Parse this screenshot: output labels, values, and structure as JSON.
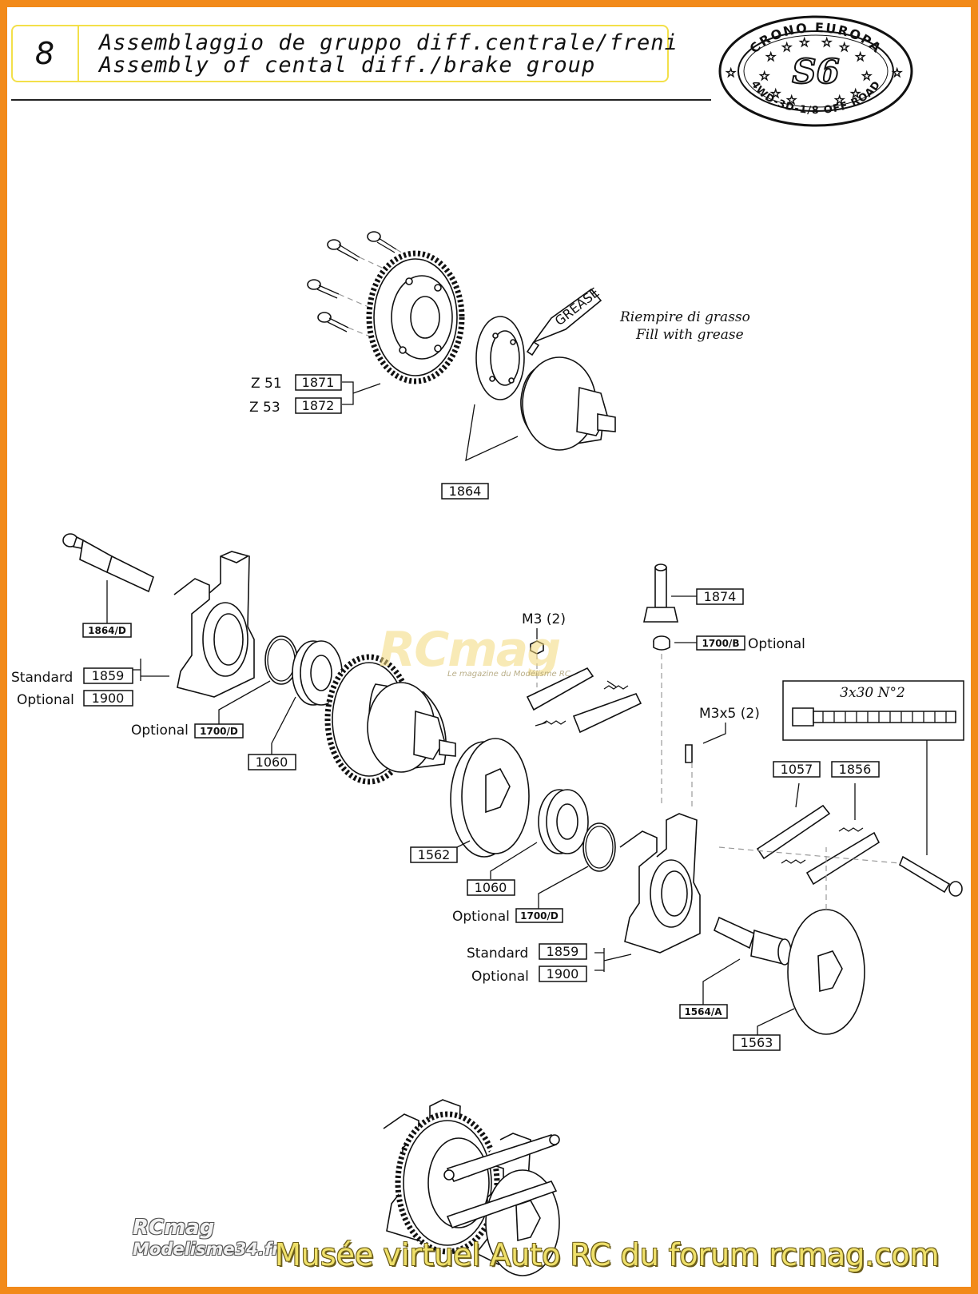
{
  "colors": {
    "border": "#f28a1a",
    "header_frame": "#f3e04a",
    "watermark": "#f4d97c",
    "footer_text": "#efe06a"
  },
  "header": {
    "step_number": "8",
    "title_it": "Assemblaggio de gruppo diff.centrale/freni",
    "title_en": "Assembly of cental diff./brake group"
  },
  "logo": {
    "top_text": "CRONO EUROPA",
    "center_text": "S6",
    "bottom_text": "4WD-3D-1/8 OFF ROAD",
    "icon": "star-ring-emblem"
  },
  "notes": {
    "grease_it": "Riempire di grasso",
    "grease_en": "Fill with grease",
    "grease_tube_label": "GREASE",
    "screw_box": "3x30 N°2"
  },
  "labels": {
    "z51": "Z 51",
    "z53": "Z 53",
    "m3": "M3 (2)",
    "m3x5": "M3x5 (2)",
    "standard_1": "Standard",
    "optional_1": "Optional",
    "optional_1700d_a": "Optional",
    "optional_1700b": "Optional",
    "optional_1700d_b": "Optional",
    "standard_2": "Standard",
    "optional_2": "Optional"
  },
  "part_numbers": {
    "p1871": "1871",
    "p1872": "1872",
    "p1864": "1864",
    "p1864d": "1864/D",
    "p1859a": "1859",
    "p1900a": "1900",
    "p1700d_a": "1700/D",
    "p1060a": "1060",
    "p1874": "1874",
    "p1700b": "1700/B",
    "p1562": "1562",
    "p1060b": "1060",
    "p1700d_b": "1700/D",
    "p1057": "1057",
    "p1856": "1856",
    "p1859b": "1859",
    "p1900b": "1900",
    "p1564a": "1564/A",
    "p1563": "1563"
  },
  "watermarks": {
    "center": "RCmag",
    "center_sub": "Le magazine du Modélisme RC",
    "footer_brand_1": "RCmag",
    "footer_brand_2": "Modelisme34.fr",
    "footer_caption": "Musée virtuel Auto RC du forum rcmag.com"
  }
}
